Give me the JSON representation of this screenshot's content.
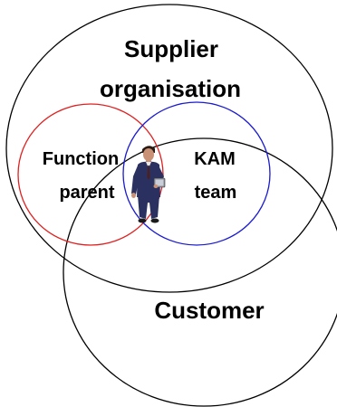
{
  "diagram": {
    "regions": {
      "supplier": {
        "line1": "Supplier",
        "line2": "organisation",
        "stroke": "#000000"
      },
      "function": {
        "line1": "Function",
        "line2": "parent",
        "stroke": "#e02020"
      },
      "kam": {
        "line1": "KAM",
        "line2": "team",
        "stroke": "#1a1ad0"
      },
      "customer": {
        "label": "Customer",
        "stroke": "#000000"
      }
    },
    "figure": {
      "icon": "businessman-with-tablet-icon",
      "suit_color": "#2a3160",
      "skin_color": "#c99276"
    }
  }
}
